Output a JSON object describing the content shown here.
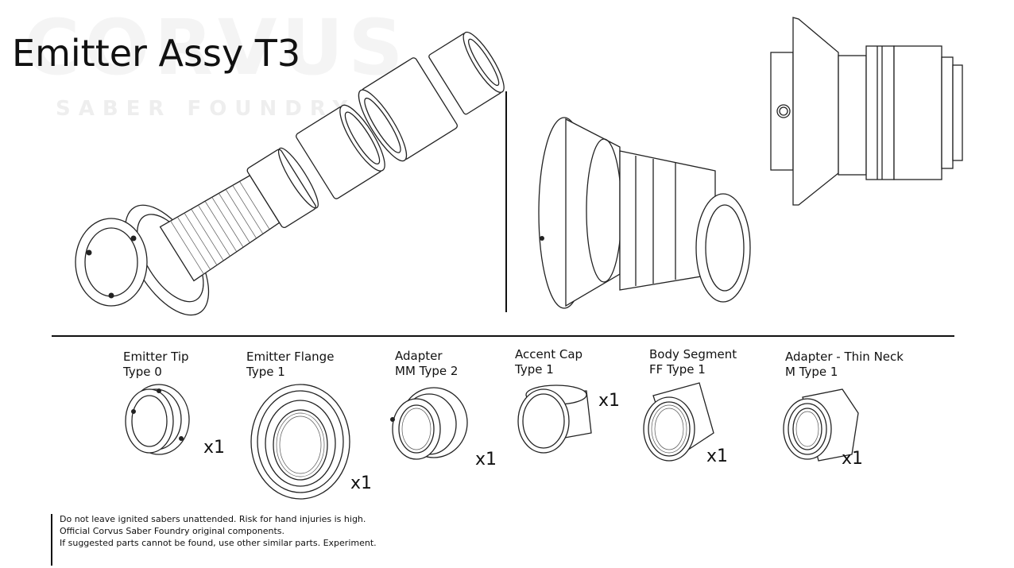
{
  "watermark": {
    "brand": "CORVUS",
    "sub": "SABER FOUNDRY"
  },
  "title": "Emitter Assy T3",
  "parts": [
    {
      "name": "Emitter Tip",
      "type": "Type 0",
      "qty": "x1"
    },
    {
      "name": "Emitter Flange",
      "type": "Type 1",
      "qty": "x1"
    },
    {
      "name": "Adapter",
      "type": "MM Type 2",
      "qty": "x1"
    },
    {
      "name": "Accent Cap",
      "type": "Type 1",
      "qty": "x1"
    },
    {
      "name": "Body Segment",
      "type": "FF Type 1",
      "qty": "x1"
    },
    {
      "name": "Adapter - Thin Neck",
      "type": "M Type 1",
      "qty": "x1"
    }
  ],
  "footer": [
    "Do not leave ignited sabers unattended.  Risk for hand injuries is high.",
    "Official Corvus Saber Foundry original components.",
    "If suggested parts cannot be found, use other similar parts.  Experiment."
  ]
}
